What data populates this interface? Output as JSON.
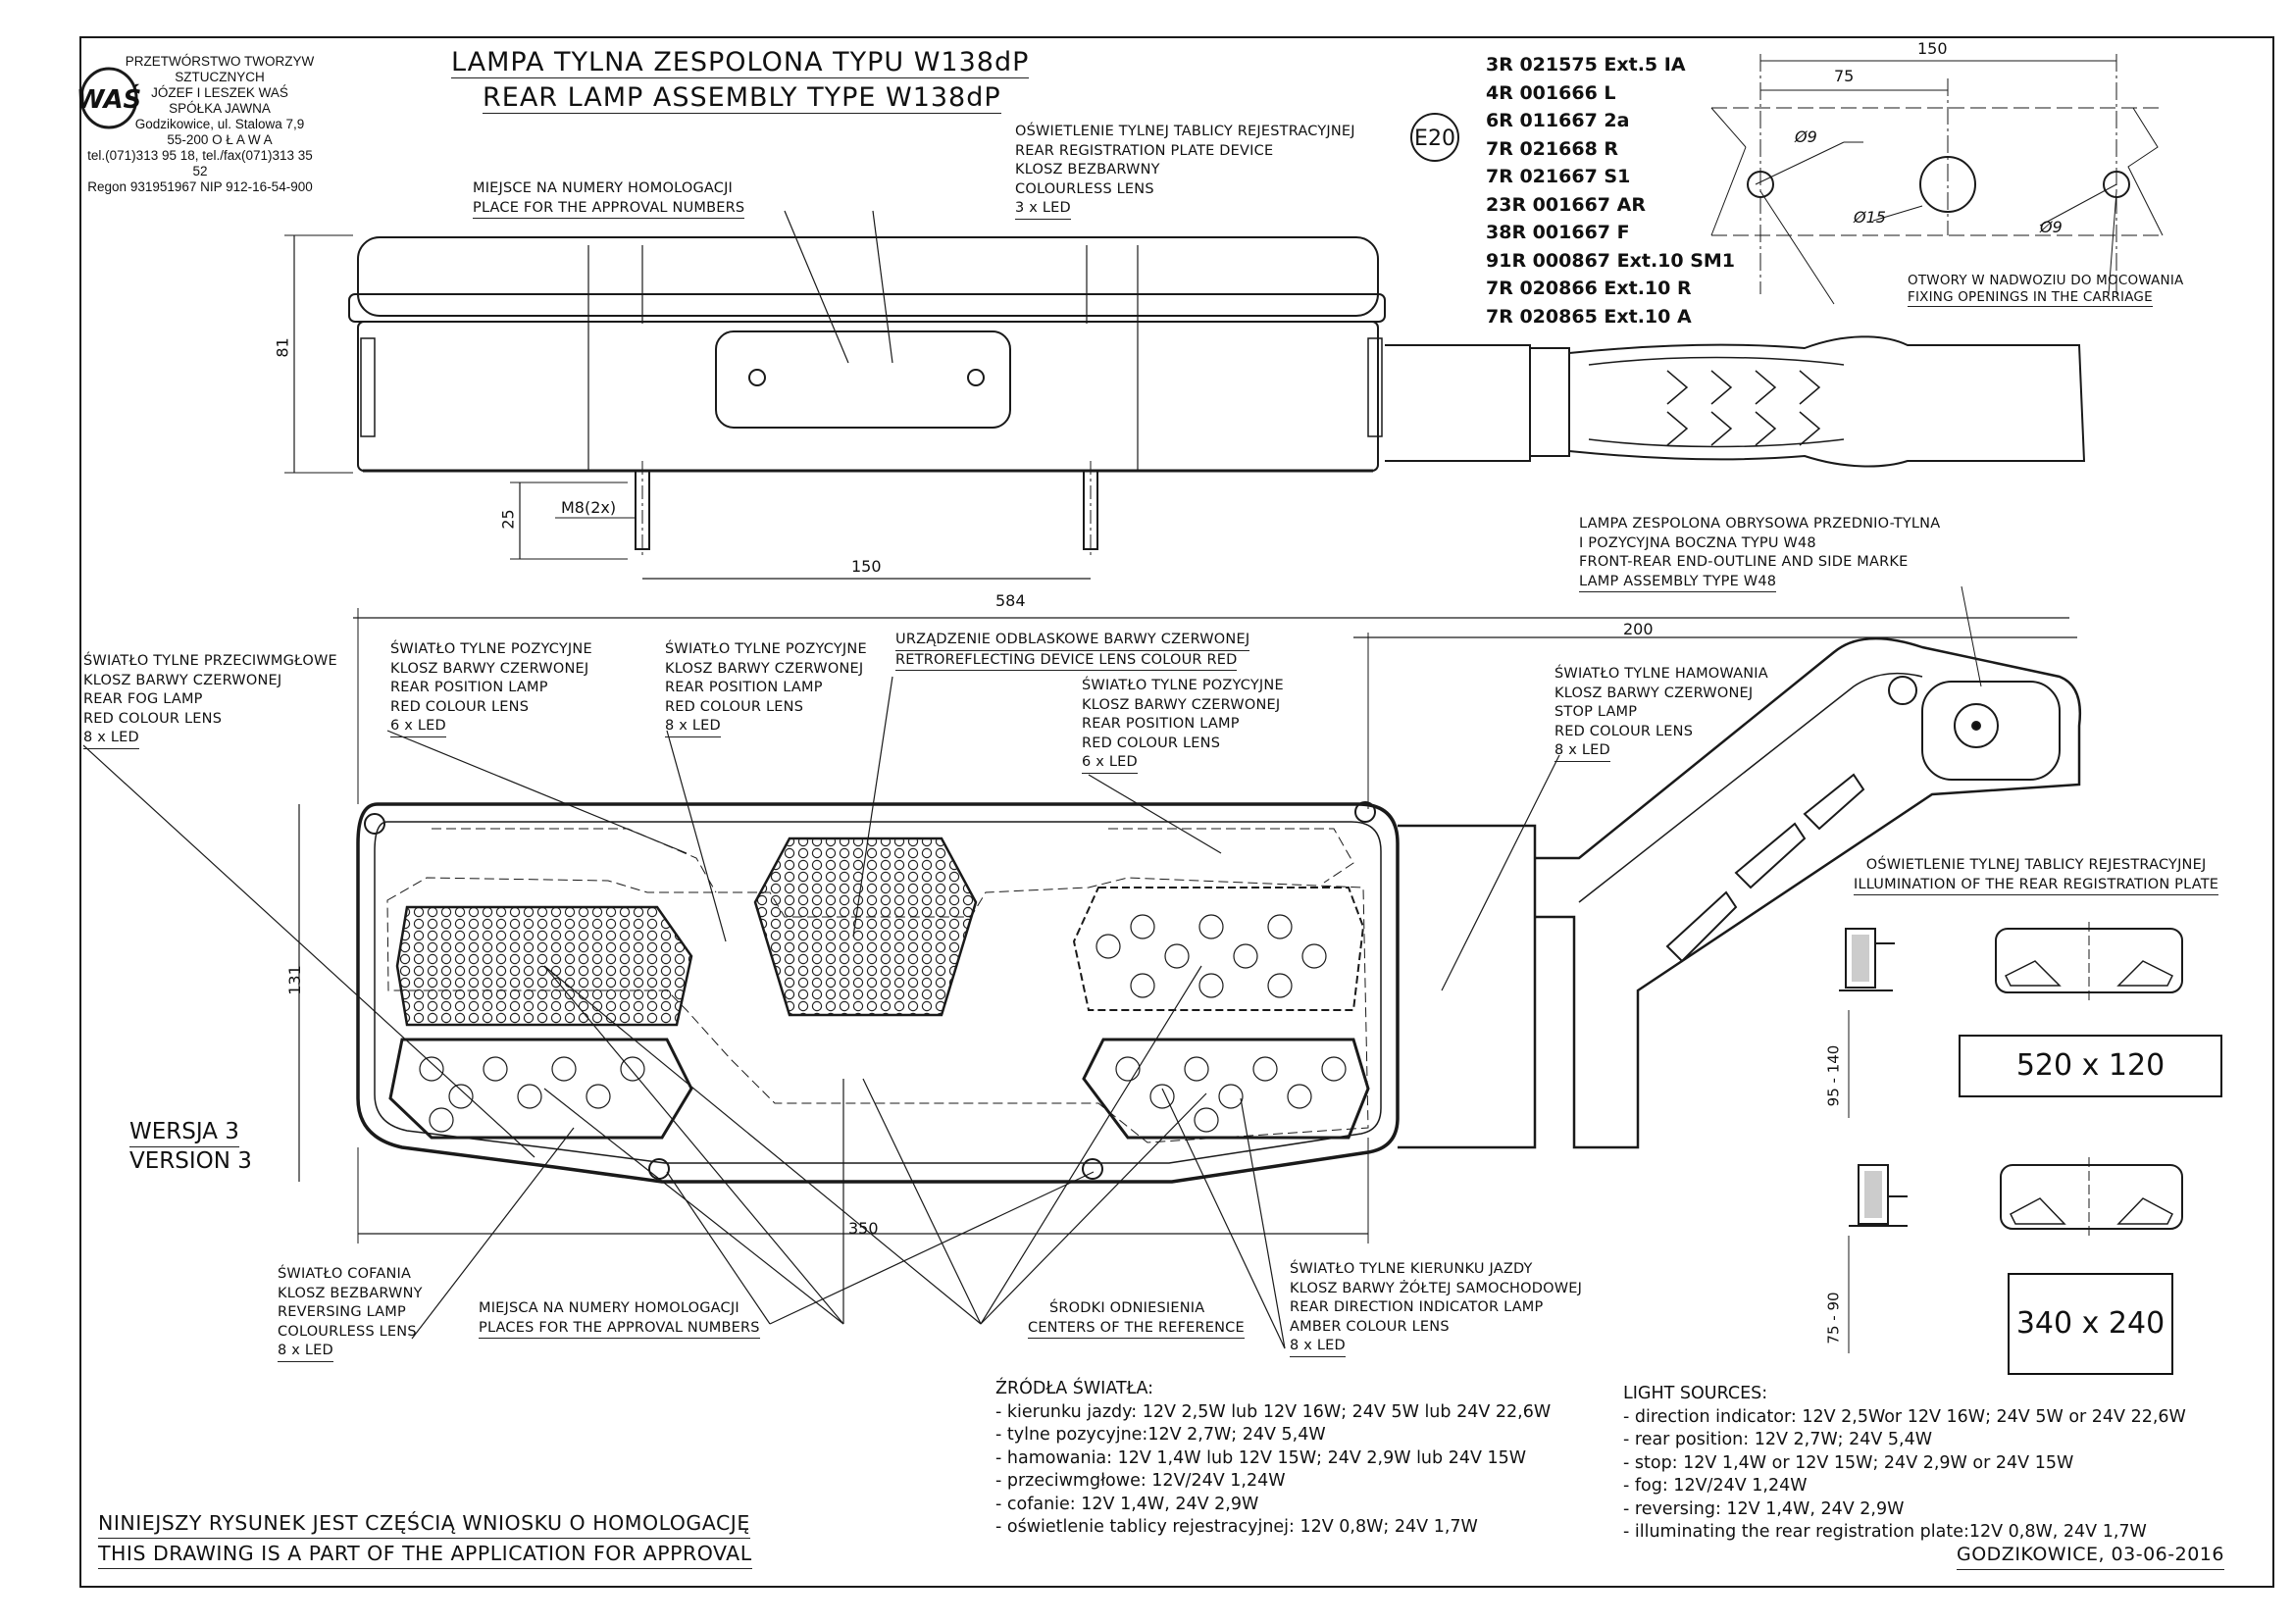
{
  "company": {
    "lines": [
      "PRZETWÓRSTWO TWORZYW SZTUCZNYCH",
      "JÓZEF I LESZEK WAŚ",
      "SPÓŁKA JAWNA",
      "Godzikowice, ul. Stalowa 7,9",
      "55-200  O Ł A W A",
      "tel.(071)313 95 18, tel./fax(071)313 35 52",
      "Regon 931951967 NIP 912-16-54-900"
    ],
    "logo_text": "WAŚ"
  },
  "title": {
    "pl": "LAMPA TYLNA ZESPOLONA TYPU W138dP",
    "en": "REAR LAMP ASSEMBLY TYPE W138dP"
  },
  "approvals": [
    "3R 021575 Ext.5 IA",
    "4R 001666 L",
    "6R 011667 2a",
    "7R 021668 R",
    "7R 021667 S1",
    "23R 001667 AR",
    "38R 001667 F",
    "91R 000867 Ext.10 SM1",
    "7R 020866 Ext.10 R",
    "7R 020865 Ext.10 A"
  ],
  "e_mark": "E20",
  "labels": {
    "plate_device": [
      "OŚWIETLENIE TYLNEJ TABLICY REJESTRACYJNEJ",
      "REAR REGISTRATION PLATE DEVICE",
      "KLOSZ BEZBARWNY",
      "COLOURLESS LENS",
      "3 x LED"
    ],
    "approval_place_top": [
      "MIEJSCE NA NUMERY HOMOLOGACJI",
      "PLACE FOR THE APPROVAL NUMBERS"
    ],
    "fixing": [
      "OTWORY W NADWOZIU DO MOCOWANIA",
      "FIXING OPENINGS IN THE CARRIAGE"
    ],
    "w48": [
      "LAMPA ZESPOLONA OBRYSOWA PRZEDNIO-TYLNA",
      "I POZYCYJNA BOCZNA TYPU W48",
      "FRONT-REAR END-OUTLINE AND SIDE MARKE",
      "LAMP ASSEMBLY TYPE W48"
    ],
    "fog": [
      "ŚWIATŁO TYLNE PRZECIWMGŁOWE",
      "KLOSZ BARWY CZERWONEJ",
      "REAR FOG LAMP",
      "RED COLOUR LENS",
      "8 x LED"
    ],
    "position1": [
      "ŚWIATŁO TYLNE POZYCYJNE",
      "KLOSZ BARWY CZERWONEJ",
      "REAR POSITION LAMP",
      "RED COLOUR LENS",
      "6 x LED"
    ],
    "position2": [
      "ŚWIATŁO TYLNE POZYCYJNE",
      "KLOSZ BARWY CZERWONEJ",
      "REAR POSITION LAMP",
      "RED COLOUR LENS",
      "8 x LED"
    ],
    "retro": [
      "URZĄDZENIE ODBLASKOWE BARWY CZERWONEJ",
      "RETROREFLECTING DEVICE LENS COLOUR RED"
    ],
    "position3": [
      "ŚWIATŁO TYLNE POZYCYJNE",
      "KLOSZ BARWY CZERWONEJ",
      "REAR POSITION LAMP",
      "RED COLOUR LENS",
      "6 x LED"
    ],
    "stop": [
      "ŚWIATŁO TYLNE  HAMOWANIA",
      "KLOSZ BARWY CZERWONEJ",
      " STOP LAMP",
      "RED COLOUR LENS",
      " 8 x LED"
    ],
    "plate_illum": [
      "OŚWIETLENIE TYLNEJ TABLICY REJESTRACYJNEJ",
      "ILLUMINATION OF THE REAR REGISTRATION PLATE"
    ],
    "reversing": [
      "ŚWIATŁO COFANIA",
      "KLOSZ BEZBARWNY",
      "REVERSING LAMP",
      "COLOURLESS LENS",
      "8 x LED"
    ],
    "approval_places": [
      "MIEJSCA NA NUMERY HOMOLOGACJI",
      "PLACES FOR THE APPROVAL NUMBERS"
    ],
    "centers": [
      "ŚRODKI ODNIESIENIA",
      "CENTERS OF THE REFERENCE"
    ],
    "direction": [
      "ŚWIATŁO TYLNE KIERUNKU JAZDY",
      "KLOSZ BARWY ŻÓŁTEJ SAMOCHODOWEJ",
      "REAR DIRECTION INDICATOR LAMP",
      "AMBER COLOUR LENS",
      "8 x LED"
    ]
  },
  "dimensions": {
    "d150_top": "150",
    "d75": "75",
    "phi9_a": "Ø9",
    "phi15": "Ø15",
    "phi9_b": "Ø9",
    "d81": "81",
    "d25": "25",
    "m8": "M8(2x)",
    "d150": "150",
    "d584": "584",
    "d200": "200",
    "d131": "131",
    "d350": "350",
    "d95_140": "95 - 140",
    "d75_90": "75 - 90"
  },
  "plates": {
    "large": "520 x 120",
    "small": "340 x 240"
  },
  "version": [
    "WERSJA 3",
    "VERSION 3"
  ],
  "sources_pl": {
    "heading": "ŹRÓDŁA ŚWIATŁA:",
    "lines": [
      "- kierunku jazdy: 12V 2,5W lub 12V 16W; 24V 5W lub 24V 22,6W",
      "- tylne pozycyjne:12V 2,7W;  24V 5,4W",
      "- hamowania: 12V 1,4W lub 12V 15W; 24V 2,9W lub 24V 15W",
      "- przeciwmgłowe: 12V/24V 1,24W",
      "- cofanie:  12V 1,4W, 24V 2,9W",
      "- oświetlenie tablicy rejestracyjnej: 12V 0,8W;  24V 1,7W"
    ]
  },
  "sources_en": {
    "heading": "LIGHT SOURCES:",
    "lines": [
      "- direction indicator: 12V 2,5Wor 12V 16W; 24V 5W or 24V 22,6W",
      "- rear position: 12V 2,7W;  24V 5,4W",
      "- stop: 12V 1,4W or 12V 15W; 24V 2,9W or 24V 15W",
      "- fog: 12V/24V 1,24W",
      "- reversing: 12V 1,4W, 24V 2,9W",
      "- illuminating the rear registration plate:12V 0,8W,  24V 1,7W"
    ]
  },
  "footer": {
    "pl": "NINIEJSZY RYSUNEK JEST CZĘŚCIĄ  WNIOSKU O  HOMOLOGACJĘ",
    "en": "THIS DRAWING IS A PART OF THE APPLICATION FOR  APPROVAL",
    "place_date": "GODZIKOWICE,  03-06-2016"
  }
}
